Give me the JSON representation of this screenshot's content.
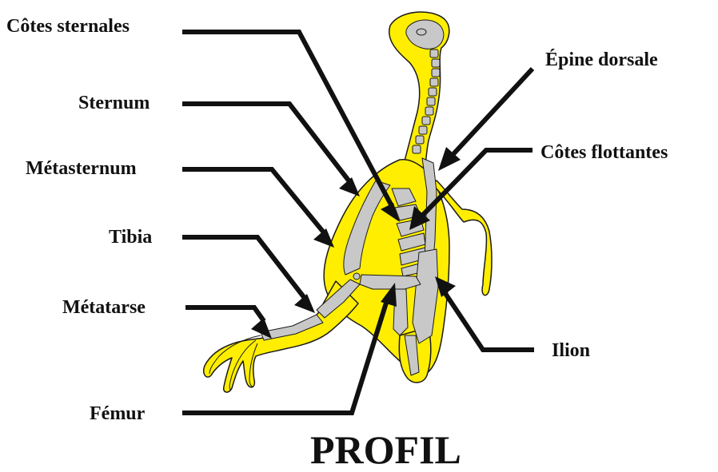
{
  "labels": {
    "cotes_sternales": "Côtes sternales",
    "sternum": "Sternum",
    "metasternum": "Métasternum",
    "tibia": "Tibia",
    "metatarse": "Métatarse",
    "femur": "Fémur",
    "epine_dorsale": "Épine dorsale",
    "cotes_flottantes": "Côtes flottantes",
    "ilion": "Ilion"
  },
  "title": "PROFIL",
  "colors": {
    "body": "#ffee00",
    "bone": "#c8c8c8",
    "ink": "#111111"
  }
}
